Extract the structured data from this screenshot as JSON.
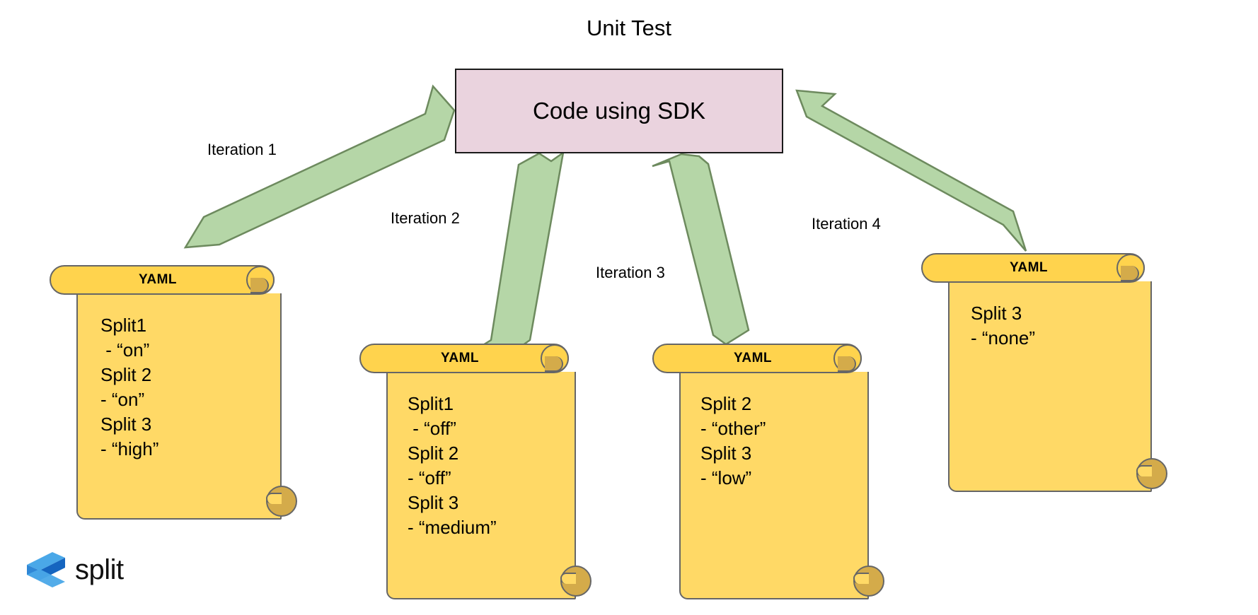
{
  "title": "Unit Test",
  "center_node": {
    "label": "Code using SDK",
    "fill_color": "#ead3de",
    "border_color": "#1a1a1a"
  },
  "arrow_color": "#b5d6a7",
  "arrow_border_color": "#6d8a5e",
  "edges": [
    {
      "id": "iteration-1",
      "label": "Iteration 1",
      "from": "yaml-1",
      "to": "code-using-sdk"
    },
    {
      "id": "iteration-2",
      "label": "Iteration 2",
      "from": "yaml-2",
      "to": "code-using-sdk"
    },
    {
      "id": "iteration-3",
      "label": "Iteration 3",
      "from": "yaml-3",
      "to": "code-using-sdk"
    },
    {
      "id": "iteration-4",
      "label": "Iteration 4",
      "from": "yaml-4",
      "to": "code-using-sdk"
    }
  ],
  "documents": [
    {
      "id": "yaml-1",
      "header": "YAML",
      "fill_color": "#ffd966",
      "border_color": "#666666",
      "lines": [
        "Split1",
        " - “on”",
        "Split 2",
        "- “on”",
        "Split 3",
        "- “high”"
      ],
      "text": "Split1\n - “on”\nSplit 2\n- “on”\nSplit 3\n- “high”"
    },
    {
      "id": "yaml-2",
      "header": "YAML",
      "fill_color": "#ffd966",
      "border_color": "#666666",
      "lines": [
        "Split1",
        " - “off”",
        "Split 2",
        "- “off”",
        "Split 3",
        "- “medium”"
      ],
      "text": "Split1\n - “off”\nSplit 2\n- “off”\nSplit 3\n- “medium”"
    },
    {
      "id": "yaml-3",
      "header": "YAML",
      "fill_color": "#ffd966",
      "border_color": "#666666",
      "lines": [
        "Split 2",
        "- “other”",
        "Split 3",
        "- “low”"
      ],
      "text": "Split 2\n- “other”\nSplit 3\n- “low”"
    },
    {
      "id": "yaml-4",
      "header": "YAML",
      "fill_color": "#ffd966",
      "border_color": "#666666",
      "lines": [
        "Split 3",
        "- “none”"
      ],
      "text": "Split 3\n- “none”"
    }
  ],
  "logo": {
    "name": "split-logo",
    "wordmark": "split",
    "mark_color_light": "#4aa8e8",
    "mark_color_dark": "#1565c0"
  }
}
